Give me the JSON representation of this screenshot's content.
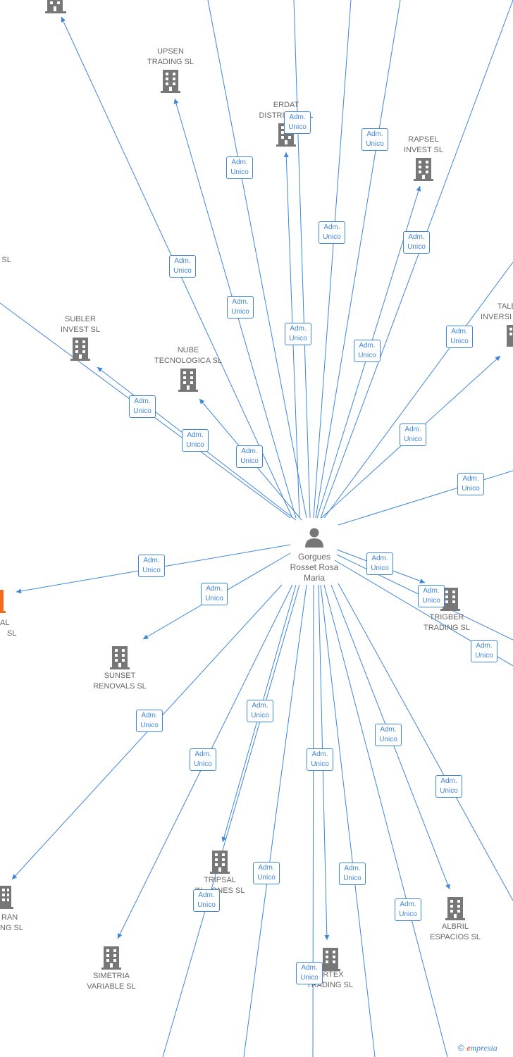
{
  "center_person": {
    "name_lines": [
      "Gorgues",
      "Rosset Rosa",
      "Maria"
    ],
    "icon": "person-icon"
  },
  "role_label": [
    "Adm.",
    "Unico"
  ],
  "companies": [
    {
      "id": "upsen",
      "lines": [
        "UPSEN",
        "TRADING SL"
      ]
    },
    {
      "id": "erdat",
      "lines": [
        "ERDAT",
        "DISTRIBU    SL"
      ]
    },
    {
      "id": "rapsel",
      "lines": [
        "RAPSEL",
        "INVEST SL"
      ]
    },
    {
      "id": "subler",
      "lines": [
        "SUBLER",
        "INVEST SL"
      ]
    },
    {
      "id": "nube",
      "lines": [
        "NUBE",
        "TECNOLOGICA SL"
      ]
    },
    {
      "id": "tale",
      "lines": [
        "TALE",
        "INVERSI"
      ]
    },
    {
      "id": "left-s",
      "lines": [
        "S SL"
      ]
    },
    {
      "id": "left-red",
      "lines": [
        "AL",
        "SL"
      ]
    },
    {
      "id": "sunset",
      "lines": [
        "SUNSET",
        "RENOVALS SL"
      ]
    },
    {
      "id": "trigber",
      "lines": [
        "TRIGBER",
        "TRADING SL"
      ]
    },
    {
      "id": "tripsal",
      "lines": [
        "TRIPSAL",
        "IN    ONES SL"
      ]
    },
    {
      "id": "albril",
      "lines": [
        "ALBRIL",
        "ESPACIOS SL"
      ]
    },
    {
      "id": "simetria",
      "lines": [
        "SIMETRIA",
        "VARIABLE SL"
      ]
    },
    {
      "id": "rtex",
      "lines": [
        "RTEX",
        "TRADING SL"
      ]
    },
    {
      "id": "left-ran",
      "lines": [
        "RAN",
        "NG SL"
      ]
    }
  ],
  "colors": {
    "edge": "#3f86d9",
    "building": "#777777",
    "highlight": "#f26a1b",
    "text": "#666666"
  },
  "footer": {
    "copyright": "©",
    "brand_initial": "e",
    "brand_rest": "mpresia"
  }
}
